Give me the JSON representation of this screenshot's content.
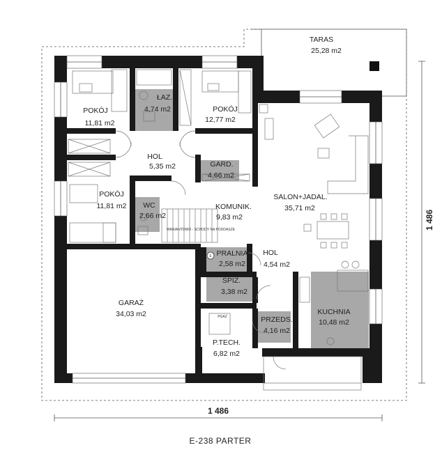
{
  "plan": {
    "title": "E-238 PARTER",
    "dim_horizontal": "1 486",
    "dim_vertical": "1 486",
    "stairs_note": "WARIANTOWO - SCHODY NA PODDASZE",
    "gas_label": "PGAZ",
    "fixture_e": "E",
    "rooms": [
      {
        "id": "taras",
        "name": "TARAS",
        "area": "25,28 m2"
      },
      {
        "id": "pokoj1",
        "name": "POKÓJ",
        "area": "11,81 m2"
      },
      {
        "id": "lazienka",
        "name": "ŁAZ.",
        "area": "4,74 m2"
      },
      {
        "id": "pokoj2",
        "name": "POKÓJ",
        "area": "12,77 m2"
      },
      {
        "id": "hol1",
        "name": "HOL",
        "area": "5,35 m2"
      },
      {
        "id": "gard",
        "name": "GARD.",
        "area": "4,66 m2"
      },
      {
        "id": "pokoj3",
        "name": "POKÓJ",
        "area": "11,81 m2"
      },
      {
        "id": "wc",
        "name": "WC",
        "area": "2,66 m2"
      },
      {
        "id": "komunik",
        "name": "KOMUNIK.",
        "area": "9,83 m2"
      },
      {
        "id": "salon",
        "name": "SALON+JADAL.",
        "area": "35,71 m2"
      },
      {
        "id": "pralnia",
        "name": "PRALNIA",
        "area": "2,58 m2"
      },
      {
        "id": "hol2",
        "name": "HOL",
        "area": "4,54 m2"
      },
      {
        "id": "garaz",
        "name": "GARAŻ",
        "area": "34,03 m2"
      },
      {
        "id": "spiz",
        "name": "SPIŻ.",
        "area": "3,38 m2"
      },
      {
        "id": "kuchnia",
        "name": "KUCHNIA",
        "area": "10,48 m2"
      },
      {
        "id": "przeds",
        "name": "PRZEDS.",
        "area": "4,16 m2"
      },
      {
        "id": "ptech",
        "name": "P.TECH.",
        "area": "6,82 m2"
      }
    ]
  }
}
